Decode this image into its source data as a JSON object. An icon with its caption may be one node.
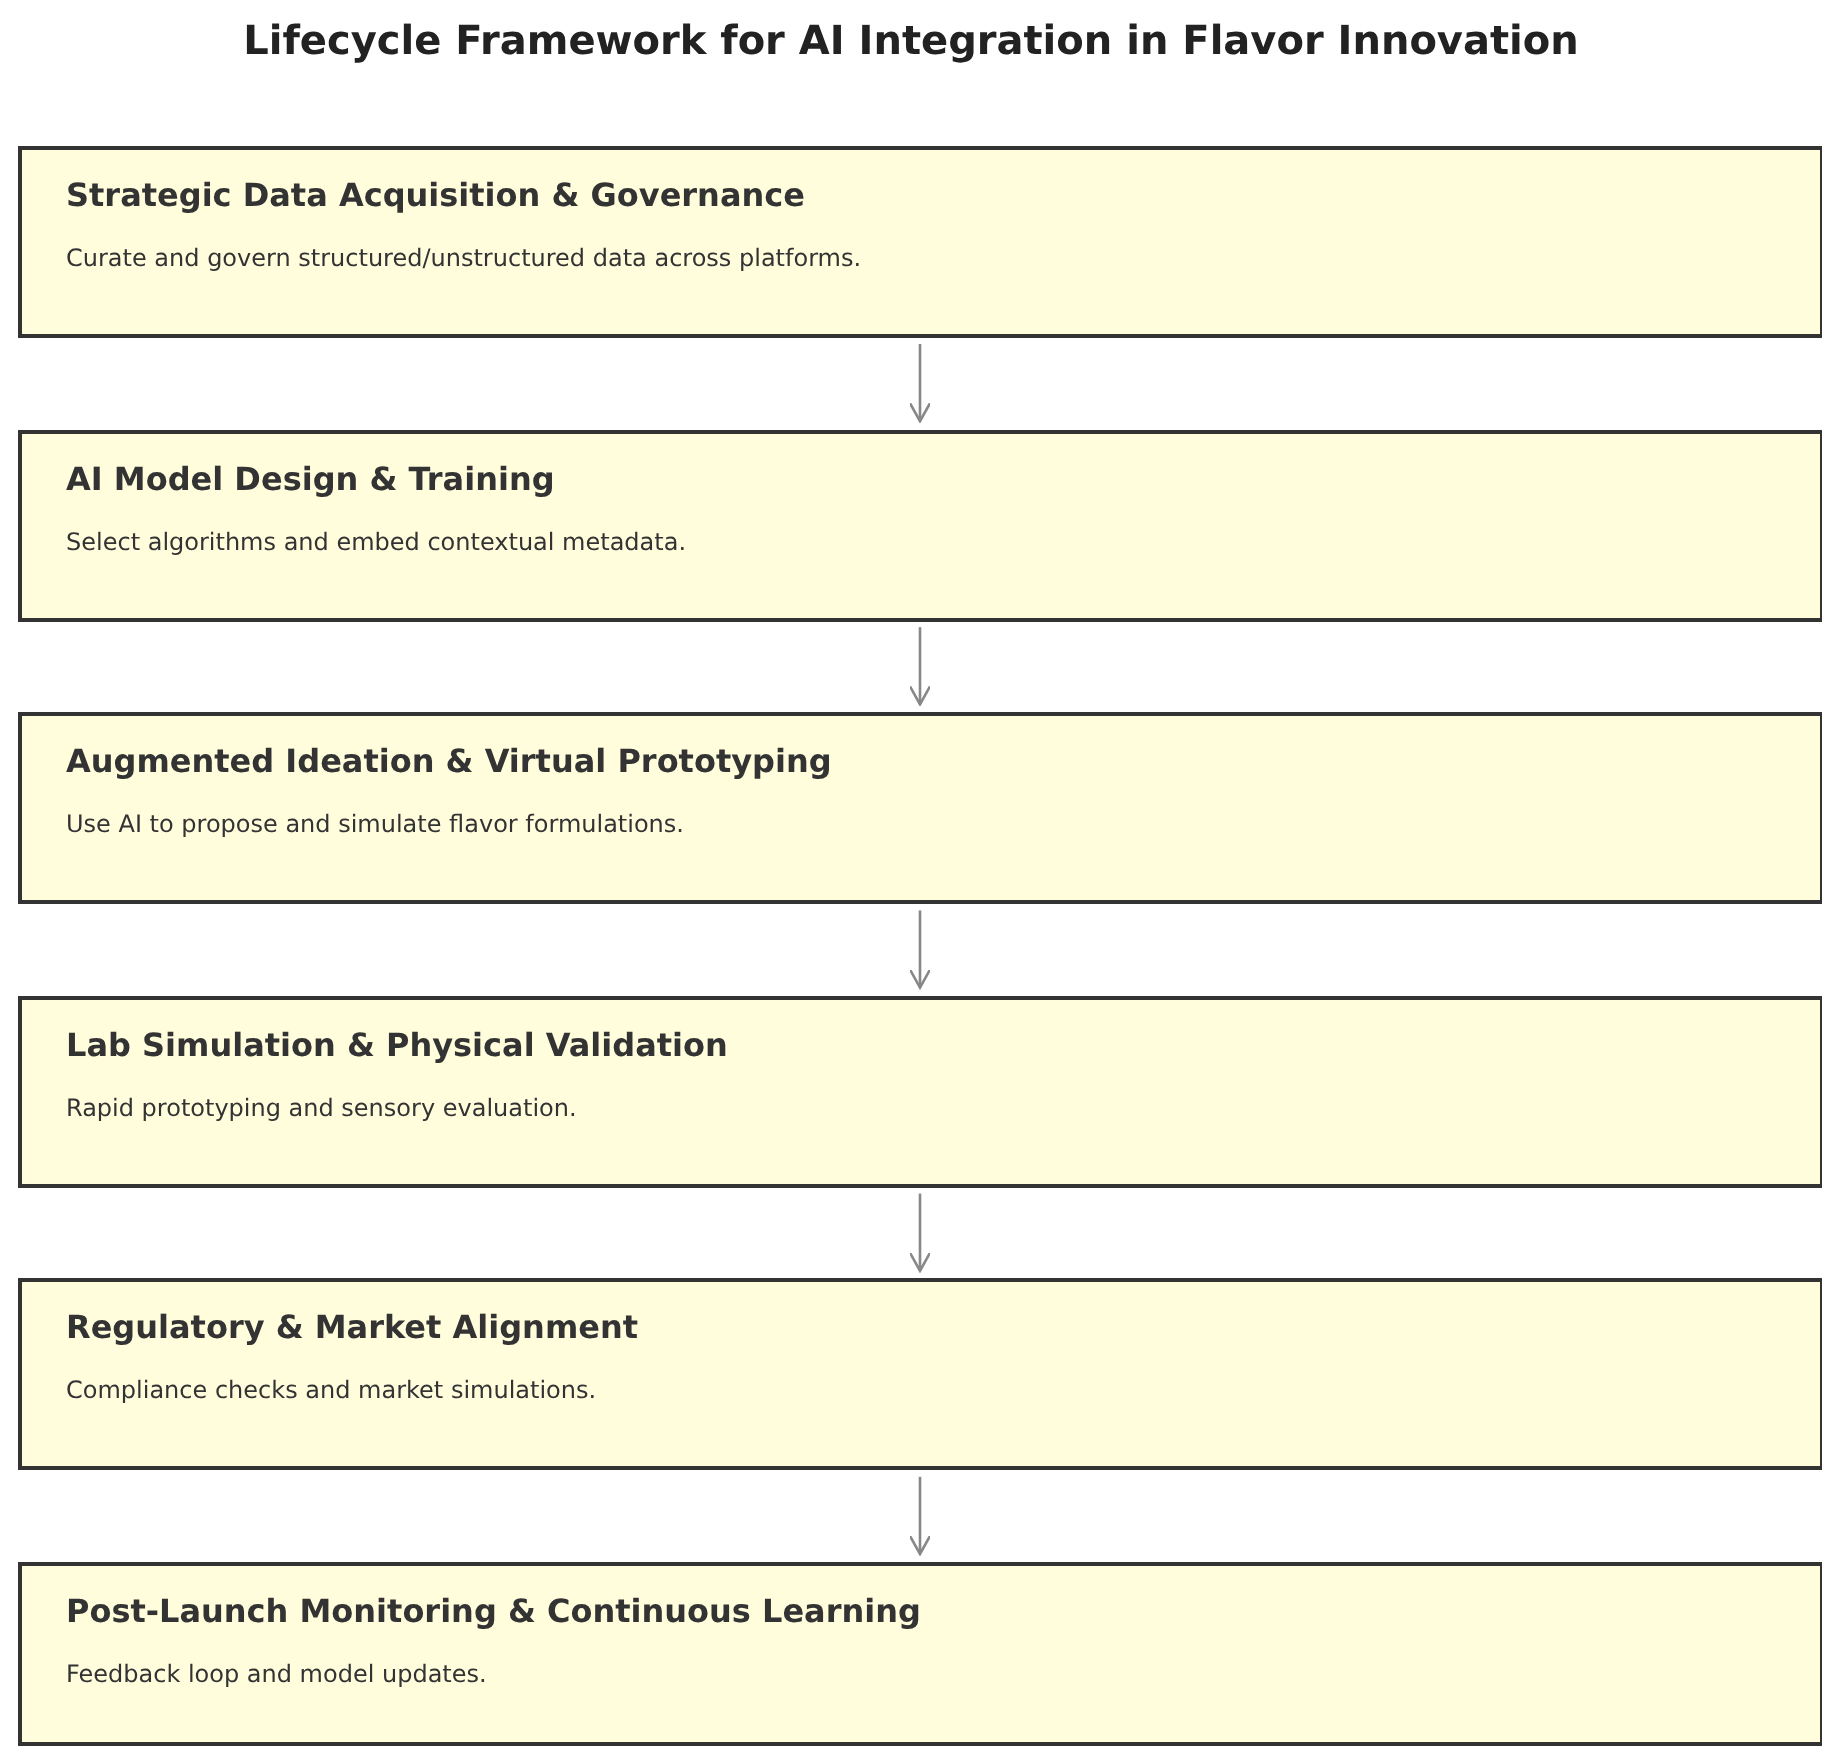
{
  "diagram": {
    "title": "Lifecycle Framework for AI Integration in Flavor Innovation",
    "nodes": [
      {
        "text": [
          "Strategic Data Acquisition & Governance",
          "Curate and govern structured/unstructured data across platforms."
        ]
      },
      {
        "text": [
          "AI Model Design & Training",
          "Select algorithms and embed contextual metadata."
        ]
      },
      {
        "text": [
          "Augmented Ideation & Virtual Prototyping",
          "Use AI to propose and simulate flavor formulations."
        ]
      },
      {
        "text": [
          "Lab Simulation & Physical Validation",
          "Rapid prototyping and sensory evaluation."
        ]
      },
      {
        "text": [
          "Regulatory & Market Alignment",
          "Compliance checks and market simulations."
        ]
      },
      {
        "text": [
          "Post-Launch Monitoring & Continuous Learning",
          "Feedback loop and model updates."
        ]
      }
    ],
    "edges": [
      {
        "from": 0,
        "to": 1,
        "arrow": "to"
      },
      {
        "from": 1,
        "to": 2,
        "arrow": "to"
      },
      {
        "from": 2,
        "to": 3,
        "arrow": "to"
      },
      {
        "from": 3,
        "to": 4,
        "arrow": "to"
      },
      {
        "from": 4,
        "to": 5,
        "arrow": "to"
      }
    ]
  }
}
